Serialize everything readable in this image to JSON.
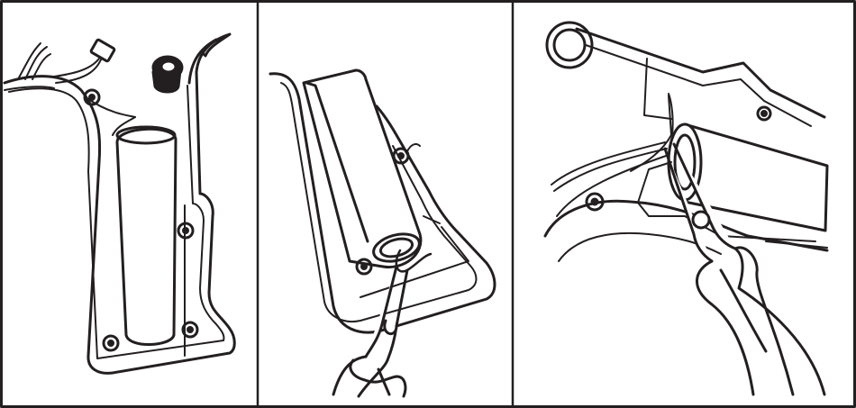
{
  "figure": {
    "panels": [
      {
        "id": "panel-1",
        "step": 1,
        "content": "open-handle-half-with-battery"
      },
      {
        "id": "panel-2",
        "step": 2,
        "content": "pliers-at-battery-end"
      },
      {
        "id": "panel-3",
        "step": 3,
        "content": "pliers-pulling-wires"
      }
    ],
    "colors": {
      "ink": "#231f20",
      "paper": "#ffffff"
    },
    "icons": [
      "screw-boss",
      "battery-cell",
      "needle-nose-pliers",
      "wire-bundle",
      "connector",
      "grommet"
    ]
  }
}
